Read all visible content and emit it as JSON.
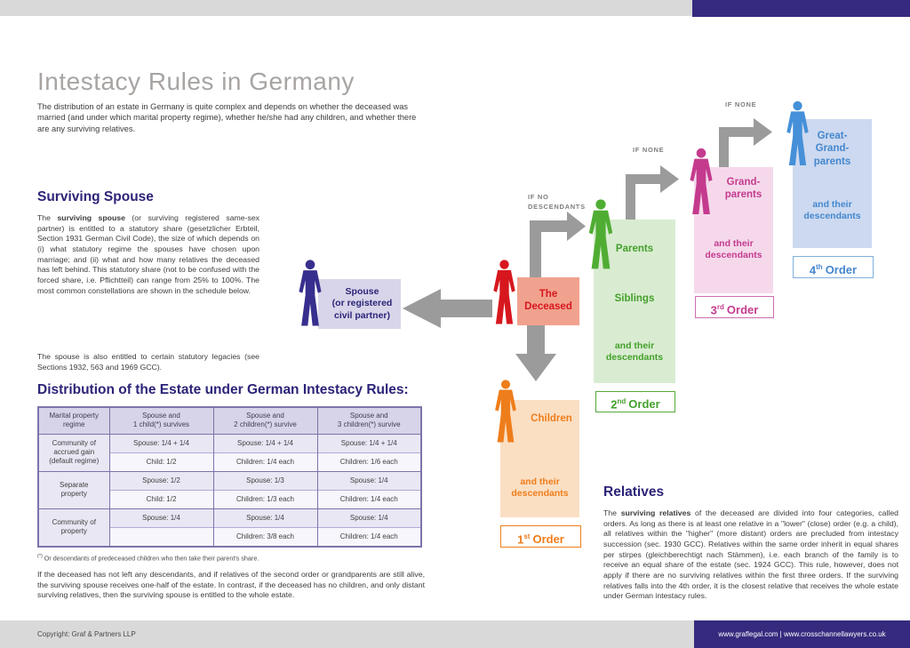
{
  "page": {
    "title": "Intestacy Rules in Germany",
    "intro": "The distribution of an estate in Germany is quite complex and depends on whether the deceased was married (and under which marital property regime), whether he/she had any children, and whether there are any surviving relatives."
  },
  "surviving_spouse": {
    "heading": "Surviving Spouse",
    "para1_pre": "The ",
    "para1_bold": "surviving spouse",
    "para1_rest": " (or surviving registered same-sex partner) is entitled to a statutory share (gesetzlicher Erbteil, Section 1931 German Civil Code), the size of which depends on (i) what statutory regime the spouses have chosen upon marriage; and (ii) what and how many relatives the deceased has left behind. This statutory share (not to be confused with the forced share, i.e. Pflichtteil) can range from 25% to 100%. The most common constellations are shown in the schedule below.",
    "para2": "The spouse is also entitled to certain statutory legacies (see Sections 1932, 563 and 1969 GCC)."
  },
  "distribution": {
    "heading": "Distribution of the Estate under German Intestacy Rules:",
    "table": {
      "headers": [
        "Marital property\nregime",
        "Spouse and\n1 child(*) survives",
        "Spouse and\n2 children(*) survive",
        "Spouse and\n3 children(*) survive"
      ],
      "groups": [
        {
          "label": "Community of\naccrued gain\n(default regime)",
          "row1": [
            "Spouse: 1/4 + 1/4",
            "Spouse: 1/4 + 1/4",
            "Spouse: 1/4 + 1/4"
          ],
          "row2": [
            "Child: 1/2",
            "Children: 1/4 each",
            "Children: 1/6 each"
          ]
        },
        {
          "label": "Separate\nproperty",
          "row1": [
            "Spouse: 1/2",
            "Spouse: 1/3",
            "Spouse: 1/4"
          ],
          "row2": [
            "Child: 1/2",
            "Children: 1/3 each",
            "Children: 1/4 each"
          ]
        },
        {
          "label": "Community of\nproperty",
          "row1": [
            "Spouse: 1/4",
            "Spouse: 1/4",
            "Spouse: 1/4"
          ],
          "row2": [
            "",
            "Children: 3/8 each",
            "Children: 1/4 each"
          ]
        }
      ]
    },
    "footnote_sup": "(*)",
    "footnote_text": " Or descendants of predeceased children who then take their parent's share.",
    "para": "If the deceased has not left any descendants, and if relatives of the second order or grandparents are still alive, the surviving spouse receives one-half of the estate. In contrast, if the deceased has no children, and only distant surviving relatives, then the surviving spouse is entitled to the whole estate."
  },
  "relatives": {
    "heading": "Relatives",
    "para_pre": "The ",
    "para_bold": "surviving relatives",
    "para_rest": " of the deceased are divided into four categories, called orders. As long as there is at least one relative in a \"lower\" (close) order (e.g. a child), all relatives within the \"higher\" (more distant) orders are precluded from intestacy succession (sec. 1930 GCC). Relatives within the same order inherit in equal shares per stirpes (gleichberechtigt nach Stämmen), i.e. each branch of the family is to receive an equal share of the estate (sec. 1924 GCC). This rule, however, does not apply if there are no surviving relatives within the first three orders. If the surviving relatives falls into the 4th order, it is the closest relative that receives the whole estate under German intestacy rules."
  },
  "diagram": {
    "labels": {
      "if_no_descendants": "IF NO\nDESCENDANTS",
      "if_none": "IF NONE"
    },
    "deceased": {
      "label": "The\nDeceased"
    },
    "spouse": {
      "label": "Spouse\n(or registered\ncivil partner)"
    },
    "order1": {
      "title": "Children",
      "sub": "and their\ndescendants",
      "num": "1",
      "suffix": "st",
      "word": "Order"
    },
    "order2": {
      "title1": "Parents",
      "title2": "Siblings",
      "sub": "and their\ndescendants",
      "num": "2",
      "suffix": "nd",
      "word": "Order"
    },
    "order3": {
      "title": "Grand-\nparents",
      "sub": "and their\ndescendants",
      "num": "3",
      "suffix": "rd",
      "word": "Order"
    },
    "order4": {
      "title": "Great-\nGrand-\nparents",
      "sub": "and their\ndescendants",
      "num": "4",
      "suffix": "th",
      "word": "Order"
    }
  },
  "footer": {
    "copyright": "Copyright: Graf & Partners LLP",
    "websites": "www.graflegal.com | www.crosschannellawyers.co.uk"
  },
  "colors": {
    "brand_purple": "#352a7e",
    "heading_navy": "#2b2478",
    "deceased_red": "#d7171e",
    "deceased_box_salmon": "#f1a28e",
    "spouse_indigo": "#372f8e",
    "spouse_box_lavender": "#d8d5ea",
    "children_orange": "#ee7d1b",
    "children_box_peach": "#fbdfc3",
    "order2_green": "#4fad33",
    "order2_box_green": "#d9ecd1",
    "order3_magenta": "#c43b8e",
    "order3_box_pink": "#f5d9eb",
    "order4_blue": "#4590d8",
    "order4_box_blue": "#ccd9f0",
    "arrow_gray": "#9b9b9b",
    "topbar_gray": "#d9d9d9"
  }
}
